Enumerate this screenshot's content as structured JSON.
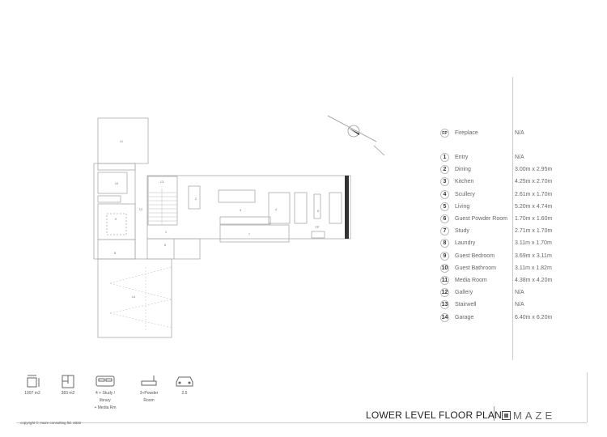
{
  "legend": {
    "fireplace": {
      "code": "FP",
      "name": "Fireplace",
      "dims": "N/A"
    },
    "rooms": [
      {
        "num": "1",
        "name": "Entry",
        "dims": "N/A"
      },
      {
        "num": "2",
        "name": "Dining",
        "dims": "3.00m x 2.95m"
      },
      {
        "num": "3",
        "name": "Kitchen",
        "dims": "4.25m x 2.70m"
      },
      {
        "num": "4",
        "name": "Scullery",
        "dims": "2.61m x 1.70m"
      },
      {
        "num": "5",
        "name": "Living",
        "dims": "5.20m x 4.74m"
      },
      {
        "num": "6",
        "name": "Guest Powder Room",
        "dims": "1.70m x 1.60m"
      },
      {
        "num": "7",
        "name": "Study",
        "dims": "2.71m x 1.70m"
      },
      {
        "num": "8",
        "name": "Laundry",
        "dims": "3.11m x 1.70m"
      },
      {
        "num": "9",
        "name": "Guest Bedroom",
        "dims": "3.69m x 3.11m"
      },
      {
        "num": "10",
        "name": "Guest Bathroom",
        "dims": "3.11m x 1.82m"
      },
      {
        "num": "11",
        "name": "Media Room",
        "dims": "4.38m x 4.20m"
      },
      {
        "num": "12",
        "name": "Gallery",
        "dims": "N/A"
      },
      {
        "num": "13",
        "name": "Stairwell",
        "dims": "N/A"
      },
      {
        "num": "14",
        "name": "Garage",
        "dims": "6.40m x 6.20m"
      }
    ]
  },
  "plan": {
    "markers": [
      "1",
      "2",
      "3",
      "4",
      "5",
      "6",
      "7",
      "8",
      "9",
      "10",
      "11",
      "12",
      "13",
      "14",
      "FP"
    ]
  },
  "stats": [
    {
      "icon": "land-area-icon",
      "lines": [
        "1997 m2"
      ]
    },
    {
      "icon": "floor-area-icon",
      "lines": [
        "383 m2"
      ]
    },
    {
      "icon": "bed-icon",
      "lines": [
        "4 + Study /",
        "library",
        "+ Media Rm"
      ]
    },
    {
      "icon": "bath-icon",
      "lines": [
        "3+Powder",
        "Room"
      ]
    },
    {
      "icon": "car-icon",
      "lines": [
        "2.5"
      ]
    }
  ],
  "title": "LOWER LEVEL FLOOR PLAN",
  "brand": "MAZE",
  "copyright": "copyright © maze consulting ltd. 2022",
  "colors": {
    "line": "#bbbbbb",
    "text": "#555555",
    "wall": "#999999"
  }
}
